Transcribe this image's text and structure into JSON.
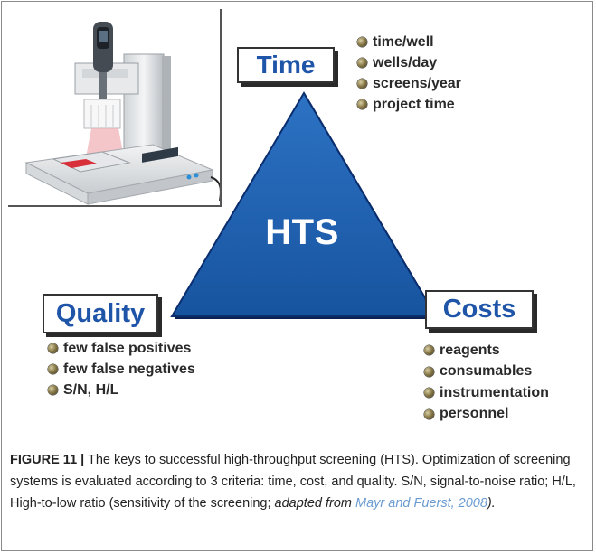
{
  "diagram": {
    "center_label": "HTS",
    "time": {
      "title": "Time",
      "items": [
        "time/well",
        "wells/day",
        "screens/year",
        "project time"
      ]
    },
    "quality": {
      "title": "Quality",
      "items": [
        "few false positives",
        "few false negatives",
        "S/N, H/L"
      ]
    },
    "costs": {
      "title": "Costs",
      "items": [
        "reagents",
        "consumables",
        "instrumentation",
        "personnel"
      ]
    },
    "colors": {
      "triangle": "#1c5fb0",
      "triangle_edge": "#0a2d6e",
      "box_text": "#1f55a8"
    }
  },
  "caption": {
    "label": "FIGURE 11 |",
    "text": " The keys to successful high-throughput screening (HTS). Optimization of screening systems is evaluated according to 3 criteria: time, cost, and quality. S/N, signal-to-noise ratio; H/L, High-to-low ratio (sensitivity of the screening; ",
    "adapted_prefix": "adapted from ",
    "reference": "Mayr and Fuerst, 2008",
    "close": ")."
  }
}
